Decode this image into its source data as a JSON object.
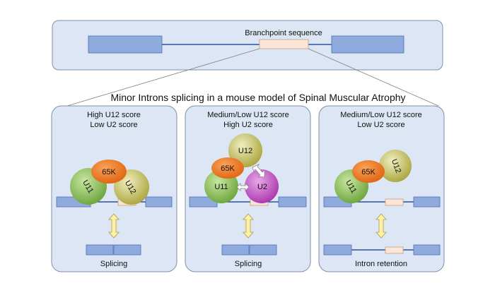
{
  "top": {
    "label": "Branchpoint sequence"
  },
  "title": "Minor Introns splicing in a mouse model of Spinal Muscular Atrophy",
  "panels": [
    {
      "heading_line1": "High U12 score",
      "heading_line2": "Low U2 score",
      "outcome": "Splicing",
      "proteins": {
        "u11": "U11",
        "k65": "65K",
        "u12": "U12"
      }
    },
    {
      "heading_line1": "Medium/Low U12 score",
      "heading_line2": "High U2 score",
      "outcome": "Splicing",
      "proteins": {
        "u12": "U12",
        "k65": "65K",
        "u11": "U11",
        "u2": "U2"
      }
    },
    {
      "heading_line1": "Medium/Low U12 score",
      "heading_line2": "Low U2 score",
      "outcome": "Intron retention",
      "proteins": {
        "u11": "U11",
        "k65": "65K",
        "u12": "U12"
      }
    }
  ],
  "colors": {
    "panel_fill": "#dce6f4",
    "panel_stroke": "#7f8fa8",
    "exon": "#8faadc",
    "exon_stroke": "#4f6fb0",
    "intron_line": "#2f4f9f",
    "branchpoint": "#fbe5d6",
    "u11": "#8cc152",
    "k65": "#f07b1e",
    "u12": "#c9c45a",
    "u2": "#c353c6",
    "arrow": "#fff2a8"
  }
}
